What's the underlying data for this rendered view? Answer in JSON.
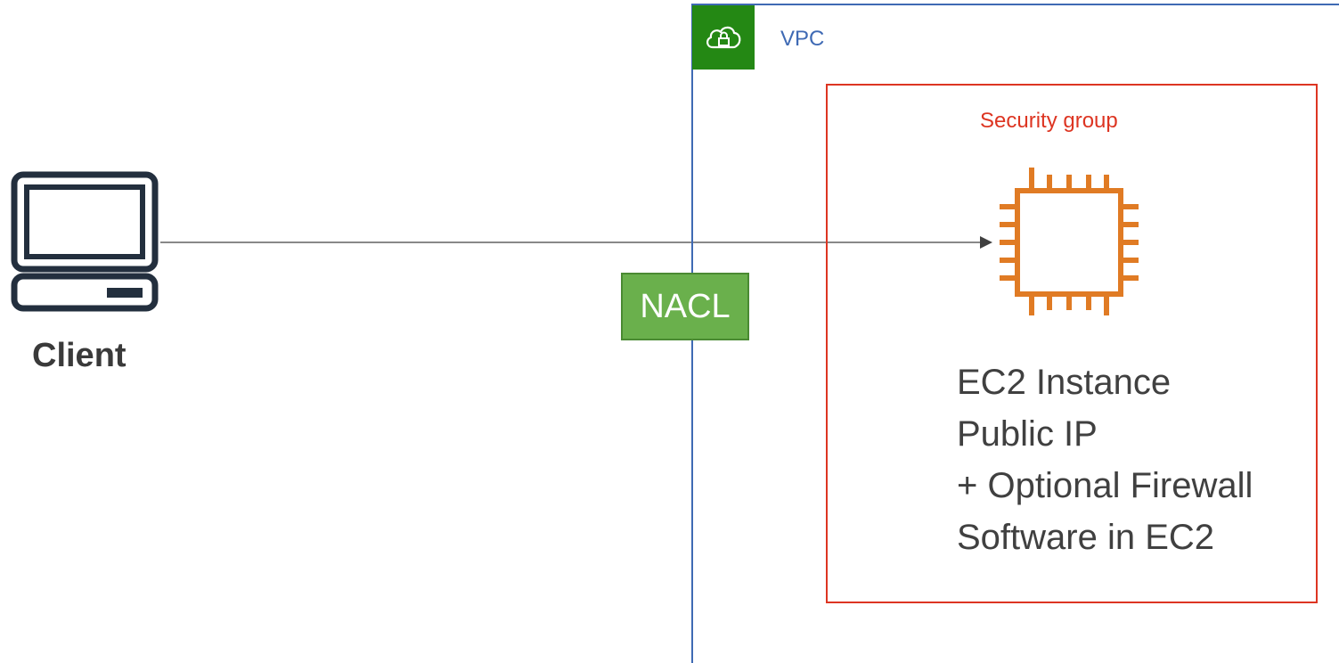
{
  "client": {
    "label": "Client",
    "icon": "laptop-icon"
  },
  "vpc": {
    "label": "VPC",
    "icon": "vpc-cloud-lock-icon",
    "color": "#3f6ab4",
    "badge_color": "#248814"
  },
  "security_group": {
    "label": "Security group",
    "color": "#dd3522"
  },
  "nacl": {
    "label": "NACL",
    "color": "#6ab04c"
  },
  "ec2": {
    "icon": "ec2-chip-icon",
    "color": "#e07b24",
    "lines": [
      "EC2 Instance",
      "Public IP",
      "+ Optional Firewall",
      "Software in EC2"
    ]
  }
}
